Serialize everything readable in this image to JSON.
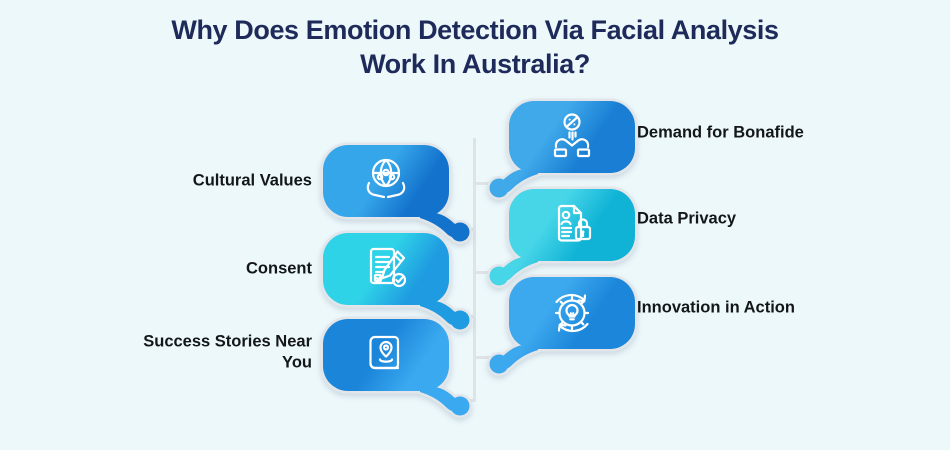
{
  "title": {
    "line1": "Why Does Emotion Detection Via Facial Analysis",
    "line2": "Work In Australia?"
  },
  "left_items": [
    {
      "label": "Cultural Values",
      "icon": "hands-holding-globe-icon",
      "gradient": [
        "#36a6ea",
        "#1372cc"
      ]
    },
    {
      "label": "Consent",
      "icon": "consent-document-pencil-icon",
      "gradient": [
        "#2fd3e8",
        "#1f9be1"
      ]
    },
    {
      "label": "Success Stories Near You",
      "icon": "book-location-pin-icon",
      "gradient": [
        "#1b85da",
        "#3ba9f0"
      ]
    }
  ],
  "right_items": [
    {
      "label": "Demand for Bonafide",
      "icon": "hands-receiving-coin-icon",
      "gradient": [
        "#3fa9ea",
        "#1a7fd4"
      ]
    },
    {
      "label": "Data Privacy",
      "icon": "id-document-padlock-icon",
      "gradient": [
        "#47d5e8",
        "#10b3d6"
      ]
    },
    {
      "label": "Innovation in Action",
      "icon": "gear-lightbulb-arrows-icon",
      "gradient": [
        "#3ca8ee",
        "#1c87da"
      ]
    }
  ],
  "colors": {
    "background": "#edf8fb",
    "title_text": "#1e2b5a",
    "label_text": "#141719",
    "divider_line": "#dfe3e6",
    "bubble_outline": "#e2e6ea",
    "icon_stroke": "#ffffff"
  }
}
